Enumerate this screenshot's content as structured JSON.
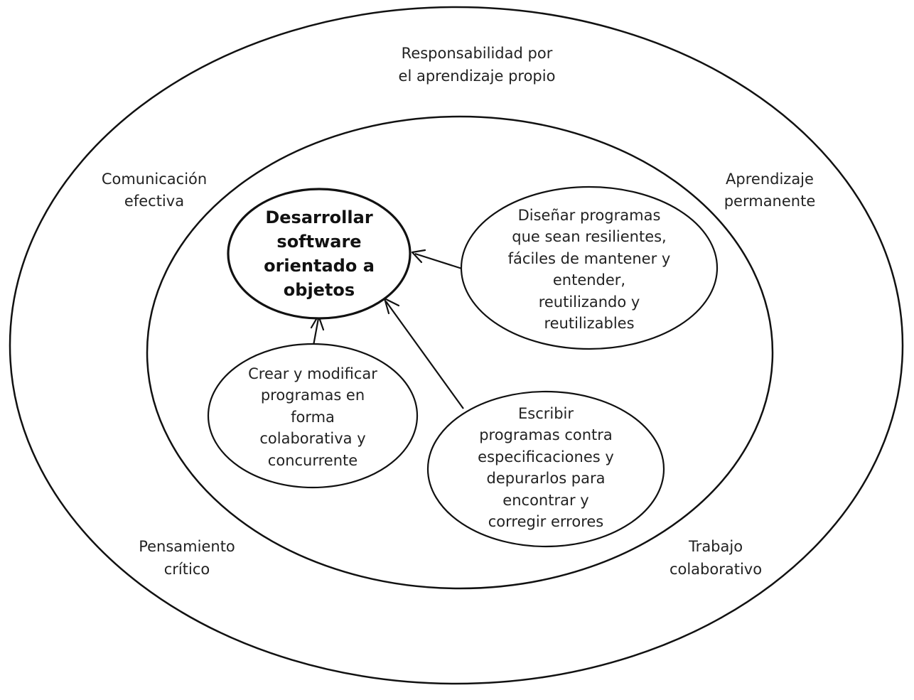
{
  "outer_ring": {
    "top": [
      "Responsabilidad por",
      "el aprendizaje propio"
    ],
    "top_left": [
      "Comunicación",
      "efectiva"
    ],
    "top_right": [
      "Aprendizaje",
      "permanente"
    ],
    "bottom_left": [
      "Pensamiento",
      "crítico"
    ],
    "bottom_right": [
      "Trabajo",
      "colaborativo"
    ]
  },
  "center": {
    "lines": [
      "Desarrollar",
      "software",
      "orientado a",
      "objetos"
    ]
  },
  "sub_nodes": [
    {
      "id": "disenar",
      "lines": [
        "Diseñar programas",
        "que sean resilientes,",
        "fáciles de mantener y",
        "entender,",
        "reutilizando y",
        "reutilizables"
      ]
    },
    {
      "id": "crear",
      "lines": [
        "Crear y modificar",
        "programas en",
        "forma",
        "colaborativa y",
        "concurrente"
      ]
    },
    {
      "id": "escribir",
      "lines": [
        "Escribir",
        "programas contra",
        "especificaciones y",
        "depurarlos para",
        "encontrar y",
        "corregir errores"
      ]
    }
  ],
  "colors": {
    "stroke": "#111111",
    "text": "#222222",
    "background": "#ffffff"
  }
}
